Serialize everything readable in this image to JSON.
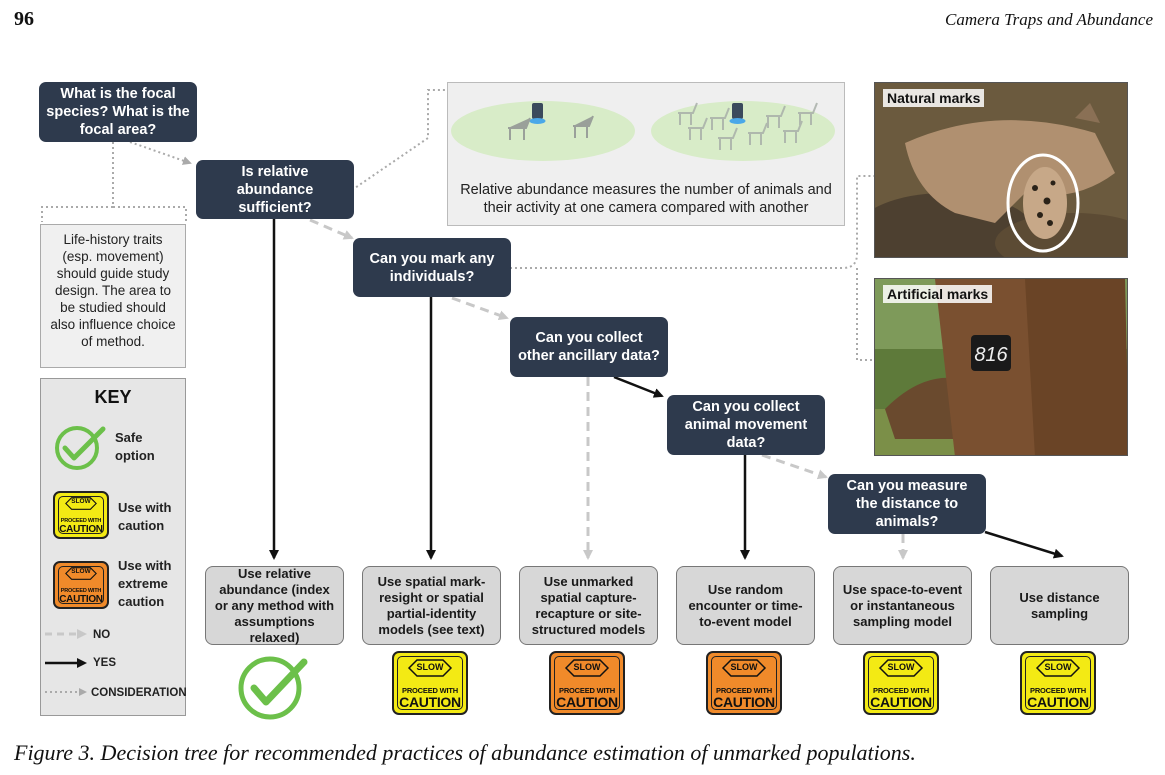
{
  "header": {
    "page_number": "96",
    "running_title": "Camera Traps and Abundance"
  },
  "questions": {
    "focal": "What is the focal species? What is the focal area?",
    "relative": "Is relative abundance sufficient?",
    "mark": "Can you mark any individuals?",
    "ancillary": "Can you collect other ancillary data?",
    "movement": "Can you collect animal movement data?",
    "distance": "Can you measure the distance to animals?"
  },
  "notes": {
    "life_history": "Life-history traits (esp. movement) should guide study design. The area to be studied should also influence choice of method.",
    "relative_panel": "Relative abundance measures the number of animals and their activity at one camera compared with another"
  },
  "photos": {
    "natural": "Natural marks",
    "artificial": "Artificial marks",
    "collar_tag": "816"
  },
  "outcomes": [
    {
      "text": "Use relative abundance (index or any method with assumptions relaxed)",
      "rating": "safe"
    },
    {
      "text": "Use spatial mark-resight or spatial partial-identity models (see text)",
      "rating": "caution"
    },
    {
      "text": "Use unmarked spatial capture-recapture or site-structured models",
      "rating": "extreme"
    },
    {
      "text": "Use random encounter or time-to-event model",
      "rating": "extreme"
    },
    {
      "text": "Use space-to-event or instantaneous sampling model",
      "rating": "caution"
    },
    {
      "text": "Use distance sampling",
      "rating": "caution"
    }
  ],
  "sign": {
    "slow": "SLOW",
    "proceed": "PROCEED WITH",
    "caution": "CAUTION"
  },
  "key": {
    "title": "KEY",
    "safe": "Safe option",
    "caution": "Use with caution",
    "extreme": "Use with extreme caution",
    "no": "NO",
    "yes": "YES",
    "consideration": "CONSIDERATION"
  },
  "colors": {
    "question_bg": "#2e3a4d",
    "outcome_bg": "#d7d7d7",
    "safe_green": "#6cc04a",
    "caution_yellow": "#f3ea14",
    "extreme_orange": "#f08a2a"
  },
  "caption": "Figure 3.  Decision tree for recommended practices of abundance estimation of unmarked populations."
}
